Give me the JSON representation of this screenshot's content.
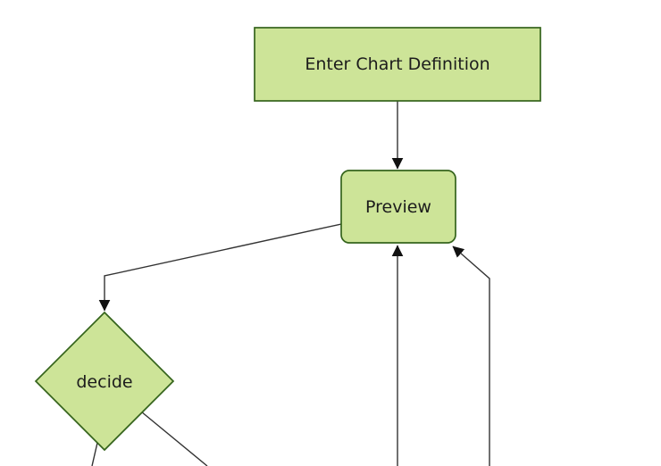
{
  "diagram": {
    "type": "flowchart",
    "direction": "top-down",
    "nodes": [
      {
        "id": "A",
        "shape": "rectangle",
        "label": "Enter Chart Definition"
      },
      {
        "id": "B",
        "shape": "rounded-rectangle",
        "label": "Preview"
      },
      {
        "id": "C",
        "shape": "diamond",
        "label": "decide"
      }
    ],
    "edges": [
      {
        "from": "A",
        "to": "B",
        "arrow": true
      },
      {
        "from": "B",
        "to": "C",
        "arrow": true
      },
      {
        "from": "offscreen-bottom-center",
        "to": "B",
        "arrow": true
      },
      {
        "from": "offscreen-bottom-right",
        "to": "B",
        "arrow": true
      },
      {
        "from": "C",
        "to": "offscreen-bottom-left",
        "arrow": false
      },
      {
        "from": "C",
        "to": "offscreen-bottom-right",
        "arrow": false
      }
    ]
  },
  "colors": {
    "node-fill": "#cde498",
    "node-border": "#35641c",
    "edge-line": "#333333",
    "arrowhead": "#111111",
    "text": "#1c1c1c",
    "background": "#ffffff"
  }
}
